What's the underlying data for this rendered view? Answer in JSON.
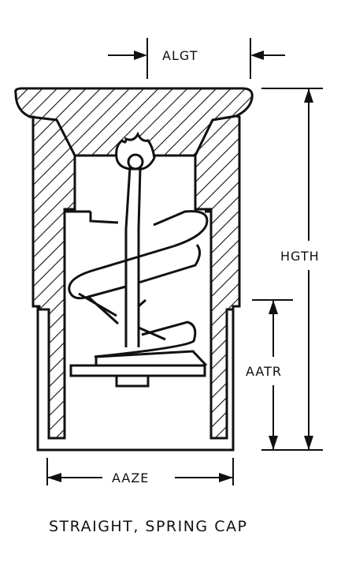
{
  "labels": {
    "width_top": "ALGT",
    "height_total": "HGTH",
    "height_lower": "AATR",
    "width_bottom": "AAZE"
  },
  "caption": "STRAIGHT, SPRING CAP",
  "colors": {
    "ink": "#111111",
    "paper": "#ffffff"
  }
}
